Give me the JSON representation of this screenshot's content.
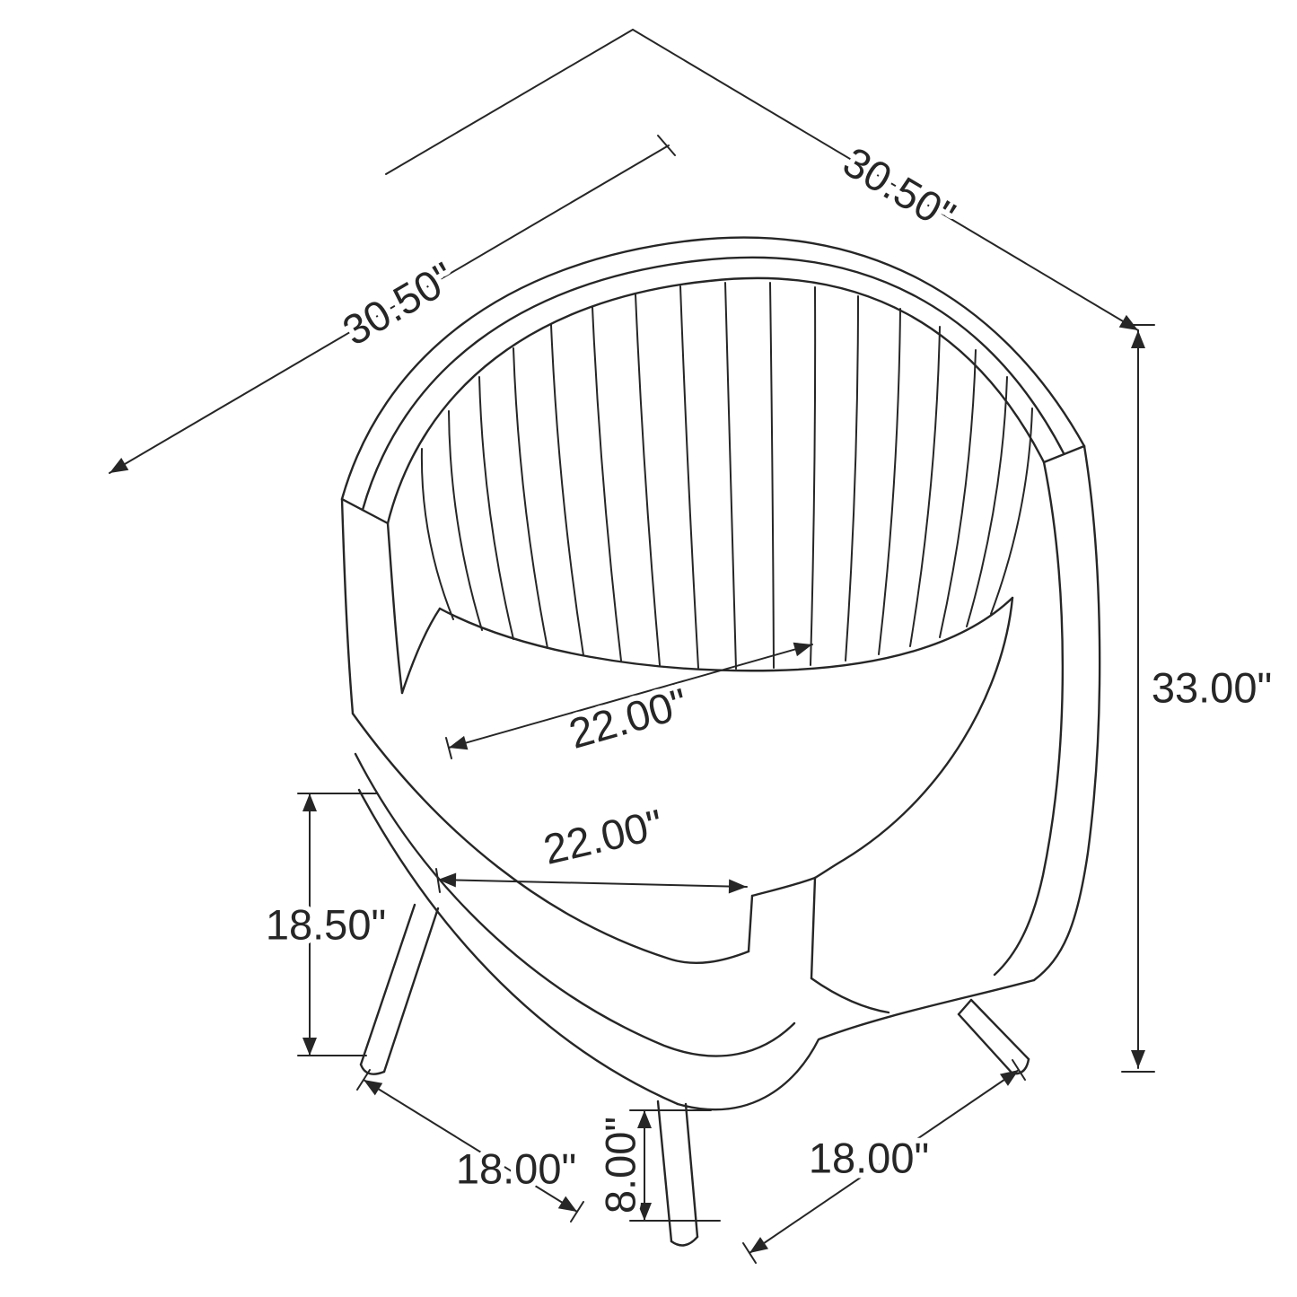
{
  "colors": {
    "line": "#262626",
    "background": "#ffffff"
  },
  "dimensions": {
    "top_depth": "30.50\"",
    "top_width": "30.50\"",
    "overall_height": "33.00\"",
    "seat_depth": "22.00\"",
    "seat_width": "22.00\"",
    "seat_height": "18.50\"",
    "leg_spread_left": "18.00\"",
    "leg_height": "8.00\"",
    "leg_spread_right": "18.00\""
  }
}
